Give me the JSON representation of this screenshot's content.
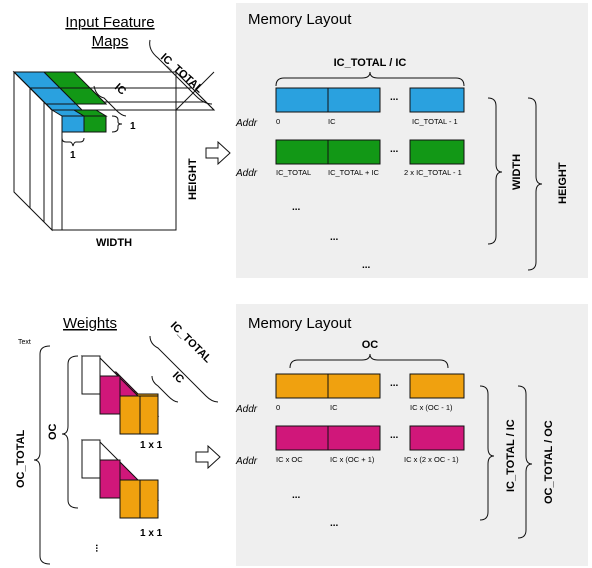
{
  "top": {
    "title_line1": "Input Feature",
    "title_line2": "Maps",
    "ic_total": "IC_TOTAL",
    "ic": "IC",
    "one_a": "1",
    "one_b": "1",
    "height": "HEIGHT",
    "width": "WIDTH",
    "memory_title": "Memory Layout",
    "span_label": "IC_TOTAL / IC",
    "row1": {
      "addr": "Addr",
      "a0": "0",
      "a1": "IC",
      "a2": "IC_TOTAL - 1"
    },
    "row2": {
      "addr": "Addr",
      "a0": "IC_TOTAL",
      "a1": "IC_TOTAL + IC",
      "a2": "2 x IC_TOTAL - 1"
    },
    "width_label": "WIDTH",
    "height_label": "HEIGHT",
    "dots": "...",
    "dots_v": "...",
    "dots_v2": "...",
    "dots_v3": "..."
  },
  "bottom": {
    "title": "Weights",
    "text_label": "Text",
    "ic_total": "IC_TOTAL",
    "ic": "IC",
    "oc": "OC",
    "oc_total": "OC_TOTAL",
    "one_by_one_a": "1 x 1",
    "one_by_one_b": "1 x 1",
    "dots_v": "...",
    "memory_title": "Memory Layout",
    "span_label": "OC",
    "row1": {
      "addr": "Addr",
      "a0": "0",
      "a1": "IC",
      "a2": "IC x (OC - 1)"
    },
    "row2": {
      "addr": "Addr",
      "a0": "IC x OC",
      "a1": "IC x (OC + 1)",
      "a2": "IC x (2 x OC - 1)"
    },
    "ic_total_ic": "IC_TOTAL / IC",
    "oc_total_oc": "OC_TOTAL / OC",
    "dots": "...",
    "dots_mv1": "...",
    "dots_mv2": "..."
  },
  "colors": {
    "blue": "#2aa1df",
    "green": "#129816",
    "orange": "#f0a10f",
    "magenta": "#d0177a",
    "panel": "#efefef"
  }
}
